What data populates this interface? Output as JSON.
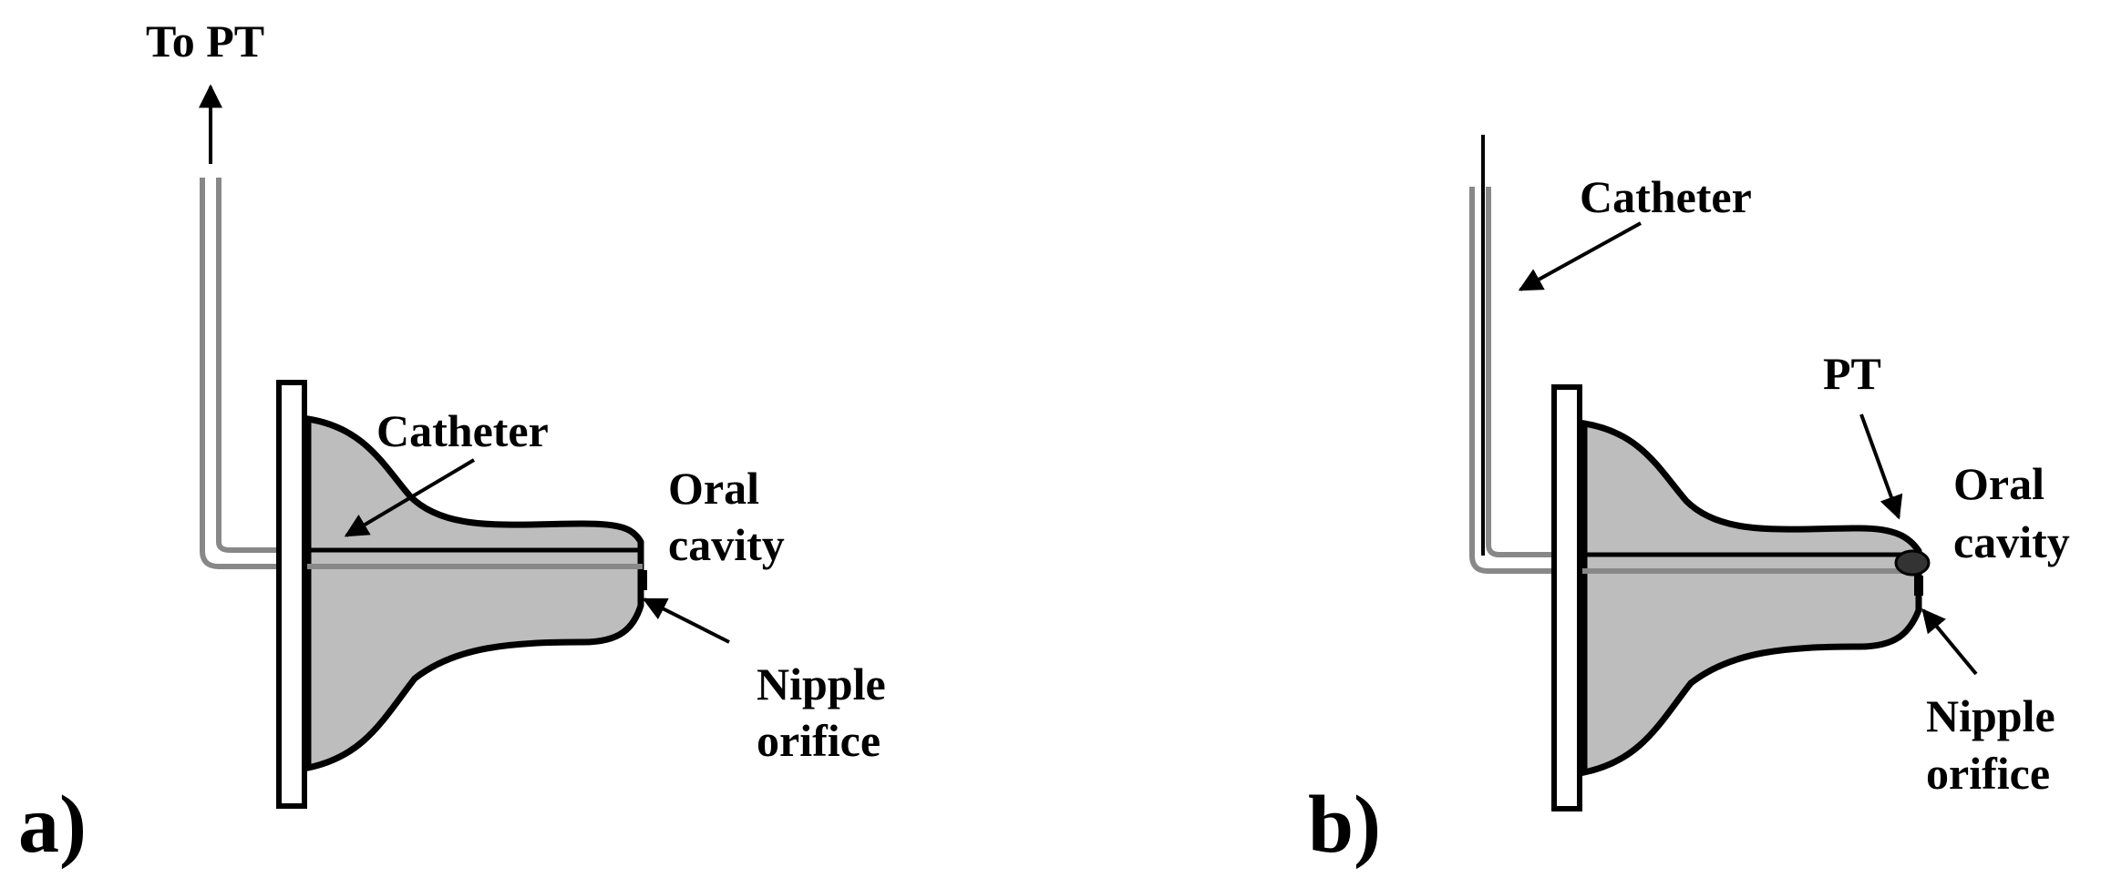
{
  "panel_a": {
    "panel_label": "a)",
    "to_pt": "To PT",
    "catheter": "Catheter",
    "oral_cavity_line1": "Oral",
    "oral_cavity_line2": "cavity",
    "nipple_orifice_line1": "Nipple",
    "nipple_orifice_line2": "orifice"
  },
  "panel_b": {
    "panel_label": "b)",
    "catheter": "Catheter",
    "pt": "PT",
    "oral_cavity_line1": "Oral",
    "oral_cavity_line2": "cavity",
    "nipple_orifice_line1": "Nipple",
    "nipple_orifice_line2": "orifice"
  },
  "colors": {
    "nipple_fill": "#bdbdbd",
    "outline": "#000000",
    "tube": "#888888",
    "background": "#ffffff",
    "pt_sensor": "#333333"
  }
}
